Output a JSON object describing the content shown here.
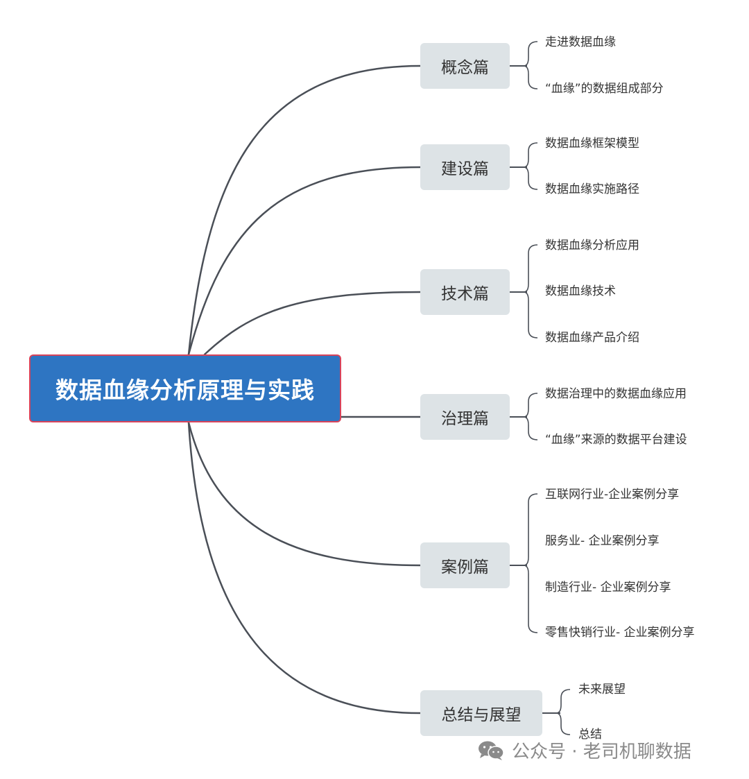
{
  "root": {
    "label": "数据血缘分析原理与实践"
  },
  "branches": [
    {
      "label": "概念篇",
      "children": [
        "走进数据血缘",
        "“血缘”的数据组成部分"
      ]
    },
    {
      "label": "建设篇",
      "children": [
        "数据血缘框架模型",
        "数据血缘实施路径"
      ]
    },
    {
      "label": "技术篇",
      "children": [
        "数据血缘分析应用",
        "数据血缘技术",
        "数据血缘产品介绍"
      ]
    },
    {
      "label": "治理篇",
      "children": [
        "数据治理中的数据血缘应用",
        "“血缘”来源的数据平台建设"
      ]
    },
    {
      "label": "案例篇",
      "children": [
        "互联网行业-企业案例分享",
        "服务业- 企业案例分享",
        "制造行业- 企业案例分享",
        "零售快销行业- 企业案例分享"
      ]
    },
    {
      "label": "总结与展望",
      "children": [
        "未来展望",
        "总结"
      ]
    }
  ],
  "watermark": {
    "text": "公众号 · 老司机聊数据",
    "icon": "wechat-icon"
  },
  "colors": {
    "root_fill": "#2e75c2",
    "root_border": "#d9435a",
    "branch_fill": "#dde3e6",
    "connector": "#4a4f57"
  }
}
